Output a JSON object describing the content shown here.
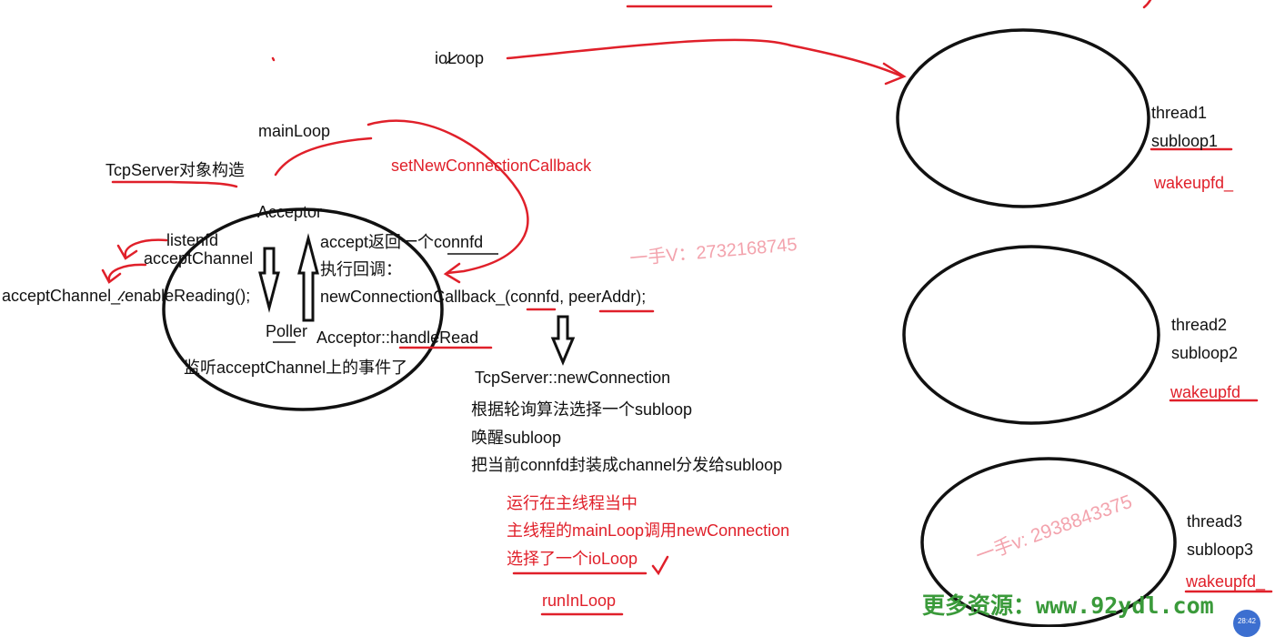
{
  "labels": {
    "ioloop": "ioLoop",
    "main_loop": "mainLoop",
    "tcpserver_construct": "TcpServer对象构造",
    "set_new_conn_cb": "setNewConnectionCallback",
    "acceptor": "Acceptor",
    "listenfd": "listenfd",
    "accept_channel": "acceptChannel",
    "enable_reading": "acceptChannel_.enableReading();",
    "accept_returns": "accept返回一个connfd",
    "exec_callback": "执行回调：",
    "new_conn_callback": "newConnectionCallback_(connfd, peerAddr);",
    "poller": "Poller",
    "handle_read": "Acceptor::handleRead",
    "monitor_channel": "监听acceptChannel上的事件了",
    "tcpserver_newconn": "TcpServer::newConnection",
    "round_robin": "根据轮询算法选择一个subloop",
    "wake_subloop": "唤醒subloop",
    "dispatch": "把当前connfd封装成channel分发给subloop",
    "run_in_main": "运行在主线程当中",
    "mainloop_calls": "主线程的mainLoop调用newConnection",
    "chose_ioloop": "选择了一个ioLoop",
    "run_in_loop": "runInLoop"
  },
  "threads": [
    {
      "thread": "thread1",
      "subloop": "subloop1",
      "wakeup": "wakeupfd_"
    },
    {
      "thread": "thread2",
      "subloop": "subloop2",
      "wakeup": "wakeupfd_"
    },
    {
      "thread": "thread3",
      "subloop": "subloop3",
      "wakeup": "wakeupfd_"
    }
  ],
  "watermarks": {
    "contact1": "一手V：2732168745",
    "contact2": "一手v: 2938843375",
    "site": "更多资源：www.92ydl.com"
  },
  "player": {
    "timestamp": "28:42"
  },
  "colors": {
    "ink": "#111111",
    "annotation": "#e0202a",
    "watermark": "#f3a3ad",
    "site": "#3a9a3a"
  }
}
